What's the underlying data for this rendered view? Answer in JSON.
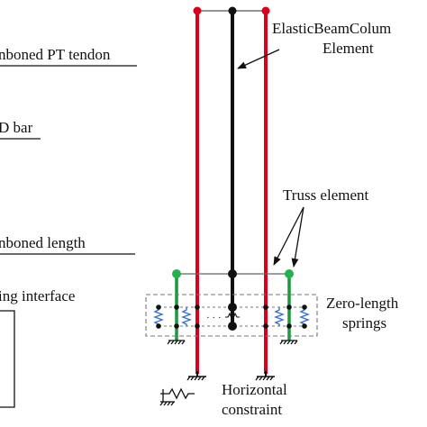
{
  "left_labels": {
    "unbonded_tendon": "nboned PT tendon",
    "bar": "D bar",
    "unbonded_length": "nboned length",
    "interface": "ing interface"
  },
  "right_labels": {
    "elastic_line1": "ElasticBeamColum",
    "elastic_line2": "Element",
    "truss": "Truss element",
    "zero_line1": "Zero-length",
    "zero_line2": "springs",
    "horiz_line1": "Horizontal",
    "horiz_line2": "constraint"
  },
  "ellipsis": "· · ·",
  "colors": {
    "tendon_red": "#d9001b",
    "column_black": "#111111",
    "truss_green": "#1a9a3c",
    "node_green": "#22b14c",
    "spring_blue": "#3b6fd4",
    "frame_gray": "#777777"
  },
  "icons": [
    "fixed-support-icon",
    "spring-icon",
    "node-dot-icon"
  ]
}
